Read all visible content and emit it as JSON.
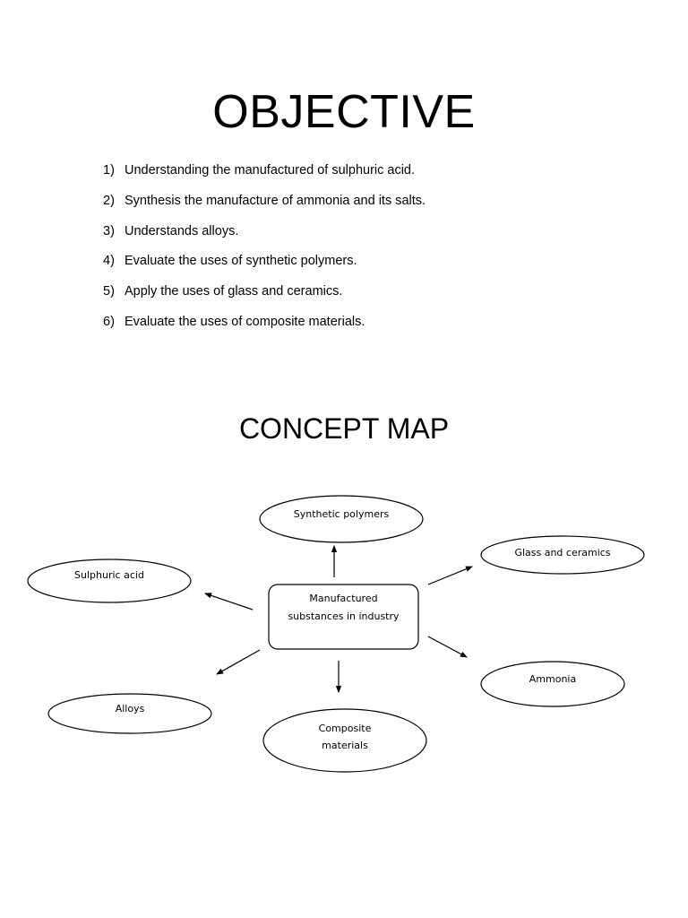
{
  "objective": {
    "title": "OBJECTIVE",
    "items": [
      {
        "number": "1)",
        "text": "Understanding the manufactured of sulphuric acid."
      },
      {
        "number": "2)",
        "text": "Synthesis the manufacture of ammonia and its salts."
      },
      {
        "number": "3)",
        "text": "Understands alloys."
      },
      {
        "number": "4)",
        "text": "Evaluate the uses of synthetic polymers."
      },
      {
        "number": "5)",
        "text": "Apply the uses of glass and ceramics."
      },
      {
        "number": "6)",
        "text": "Evaluate the uses of composite materials."
      }
    ]
  },
  "concept_map": {
    "title": "CONCEPT MAP",
    "center": {
      "line1": "Manufactured",
      "line2": "substances in industry"
    },
    "nodes": {
      "synthetic_polymers": "Synthetic polymers",
      "glass_and_ceramics": "Glass and ceramics",
      "sulphuric_acid": "Sulphuric acid",
      "ammonia": "Ammonia",
      "alloys": "Alloys",
      "composite_line1": "Composite",
      "composite_line2": "materials"
    }
  }
}
